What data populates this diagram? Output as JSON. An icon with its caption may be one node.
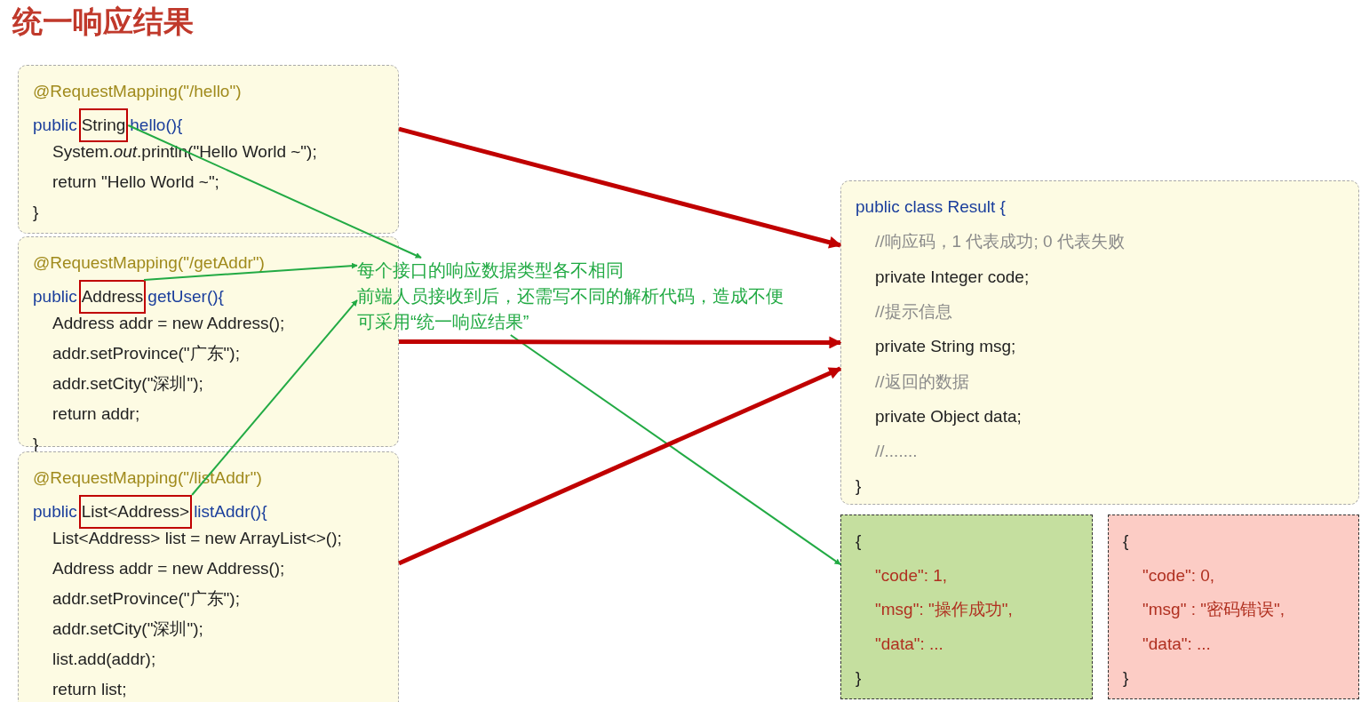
{
  "diagram": {
    "title": "统一响应结果",
    "nodes": [
      {
        "text": [
          "@RequestMapping(\"/hello\")",
          "public",
          "hello(){",
          "System.*out*.println(\"Hello World ~\");",
          "return \"Hello World ~\";",
          "}"
        ]
      },
      {
        "text": [
          "String"
        ],
        "in": 0
      },
      {
        "text": [
          "@RequestMapping(\"/getAddr\")",
          "public",
          "getUser(){",
          "Address addr = new Address();",
          "addr.setProvince(\"广东\");",
          "addr.setCity(\"深圳\");",
          "return addr;",
          "}"
        ]
      },
      {
        "text": [
          "Address"
        ],
        "in": 2
      },
      {
        "text": [
          "@RequestMapping(\"/listAddr\")",
          "public",
          "listAddr(){",
          "List<Address> list = new ArrayList<>();",
          "Address addr = new Address();",
          "addr.setProvince(\"广东\");",
          "addr.setCity(\"深圳\");",
          "list.add(addr);",
          "return list;"
        ]
      },
      {
        "text": [
          "List<Address>"
        ],
        "in": 4
      },
      {
        "text": [
          "每个接口的响应数据类型各不相同",
          "前端人员接收到后，还需写不同的解析代码，造成不便",
          "可采用“统一响应结果”"
        ]
      },
      {
        "text": [
          "public class Result {",
          "//响应码，1 代表成功; 0 代表失败",
          "private Integer code;",
          "//提示信息",
          "private String msg;",
          "//返回的数据",
          "private Object data;",
          "//.......",
          "}"
        ]
      },
      {
        "text": [
          "{",
          "\"code\": 1,",
          "\"msg\": \"操作成功\",",
          "\"data\": ...",
          "}"
        ]
      },
      {
        "text": [
          "{",
          "\"code\": 0,",
          "\"msg\" : \"密码错误\",",
          "\"data\": ...",
          "}"
        ]
      }
    ],
    "edges": [
      {
        "from": 1,
        "to": 6,
        "arrow": "to"
      },
      {
        "from": 3,
        "to": 6,
        "arrow": "to"
      },
      {
        "from": 5,
        "to": 6,
        "arrow": "to"
      },
      {
        "from": 6,
        "to": 8,
        "arrow": "to"
      },
      {
        "from": 0,
        "to": 7,
        "arrow": "to",
        "style": "thick",
        "color": "#c00000"
      },
      {
        "from": 2,
        "to": 7,
        "arrow": "to",
        "style": "thick",
        "color": "#c00000"
      },
      {
        "from": 4,
        "to": 7,
        "arrow": "to",
        "style": "thick",
        "color": "#c00000"
      }
    ]
  }
}
